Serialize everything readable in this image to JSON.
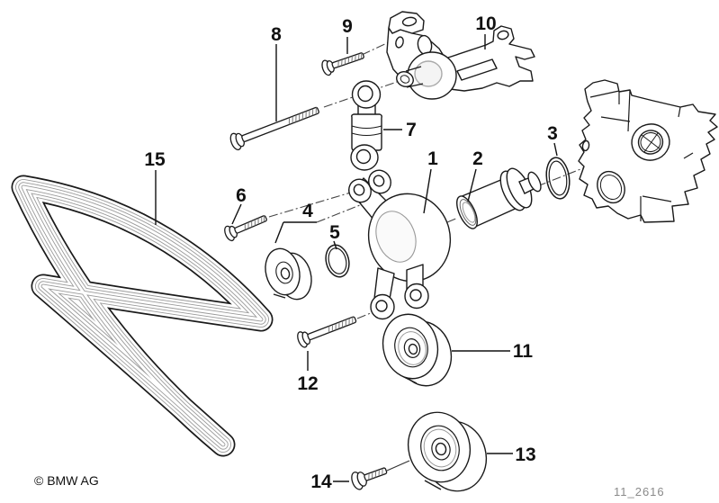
{
  "diagram": {
    "part_labels": {
      "p1": "1",
      "p2": "2",
      "p3": "3",
      "p4": "4",
      "p5": "5",
      "p6": "6",
      "p7": "7",
      "p8": "8",
      "p9": "9",
      "p10": "10",
      "p11": "11",
      "p12": "12",
      "p13": "13",
      "p14": "14",
      "p15": "15"
    },
    "copyright": "© BMW AG",
    "code": "11_2616",
    "colors": {
      "line": "#1a1a1a",
      "rib": "#9a9a9a",
      "code_text": "#8a8a8a"
    }
  }
}
